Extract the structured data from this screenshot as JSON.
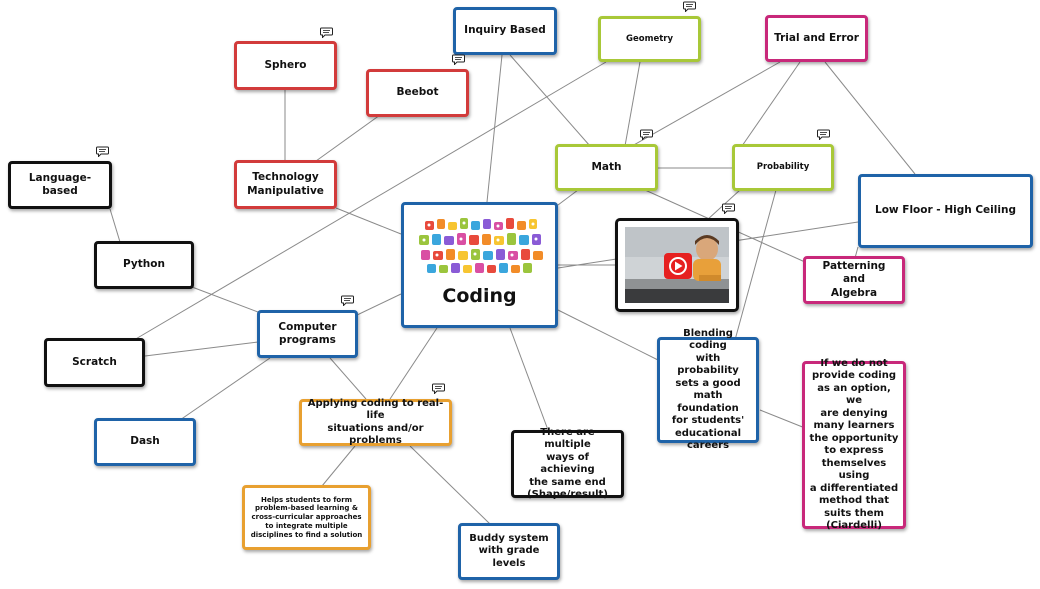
{
  "central": {
    "label": "Coding"
  },
  "colors": {
    "blue": "#1f63a8",
    "red": "#d23b3b",
    "green": "#a8c838",
    "magenta": "#c8287a",
    "black": "#111111",
    "orange": "#e8a030",
    "edge": "#8a8a8a"
  },
  "nodes": {
    "inquiry_based": "Inquiry Based",
    "geometry": "Geometry",
    "trial_and_error": "Trial and Error",
    "sphero": "Sphero",
    "beebot": "Beebot",
    "technology_manipulative": "Technology\nManipulative",
    "math": "Math",
    "probability": "Probability",
    "low_floor_high_ceiling": "Low Floor - High Ceiling",
    "language_based": "Language-based",
    "python": "Python",
    "patterning_and_algebra": "Patterning and\nAlgebra",
    "computer_programs": "Computer\nprograms",
    "scratch": "Scratch",
    "blending_coding": "Blending coding\nwith probability\nsets a good\nmath foundation\nfor students'\neducational\ncareers",
    "if_we_do_not": "If we do not\nprovide coding\nas an option, we\nare denying\nmany learners\nthe opportunity\nto express\nthemselves using\na differentiated\nmethod that\nsuits them\n(Ciardelli)",
    "applying_coding": "Applying coding to real-life\nsituations and/or problems",
    "multiple_ways": "There are multiple\nways of achieving\nthe same end\n(Shape/result)",
    "dash": "Dash",
    "helps_students": "Helps students to form\nproblem-based learning &\ncross-curricular approaches\nto integrate multiple\ndisciplines to find a solution",
    "buddy_system": "Buddy system\nwith grade levels"
  },
  "icons": {
    "comment": "speech-bubble-icon",
    "video": "video-thumbnail",
    "play": "play-button-icon",
    "robots": "robot-icons-graphic"
  }
}
